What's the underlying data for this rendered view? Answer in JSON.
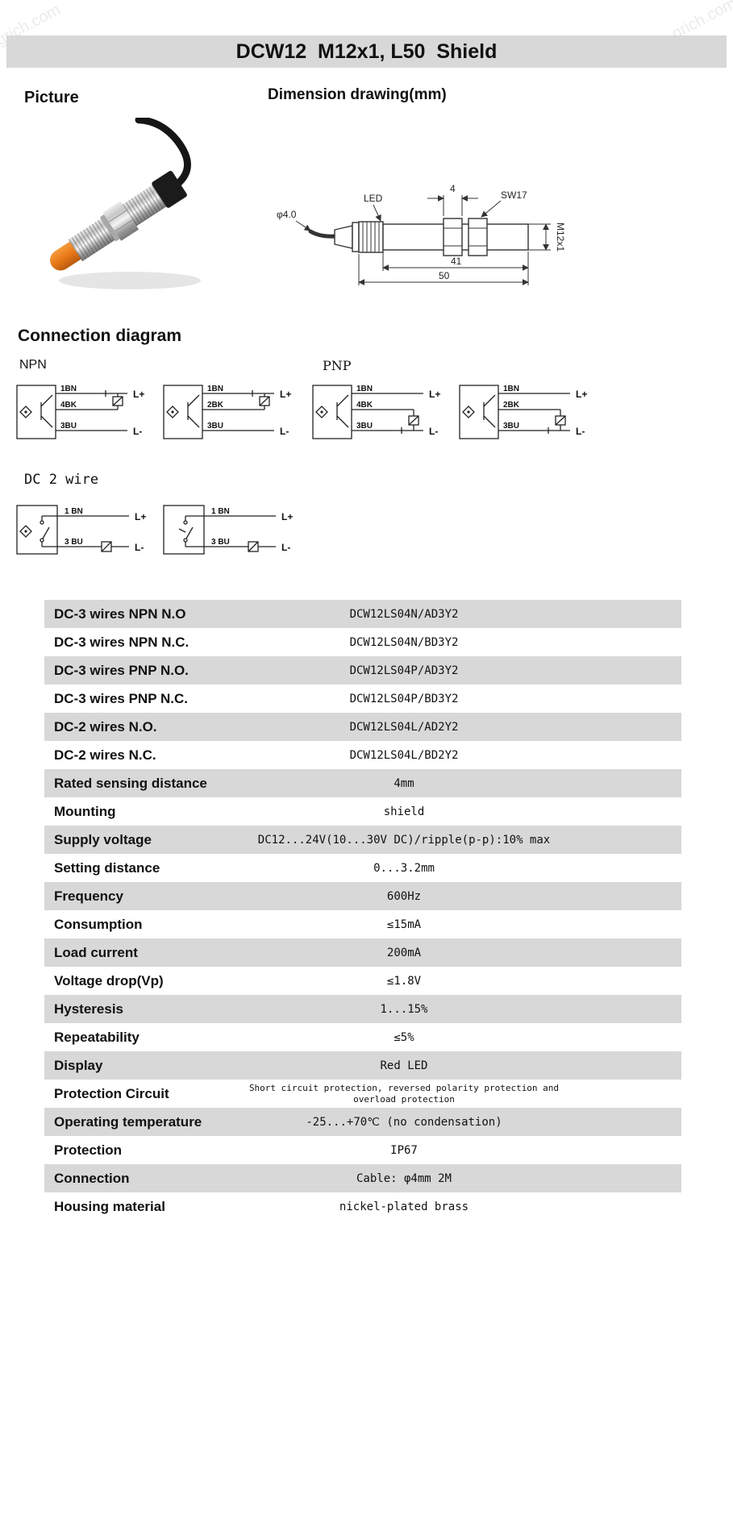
{
  "watermark": {
    "text": "grich.com"
  },
  "title": "DCW12  M12x1, L50  Shield",
  "picture": {
    "label": "Picture"
  },
  "dimension": {
    "label": "Dimension drawing(mm)",
    "phi": "φ4.0",
    "led": "LED",
    "dim4": "4",
    "sw17": "SW17",
    "m12": "M12x1",
    "dim41": "41",
    "dim50": "50"
  },
  "connection": {
    "label": "Connection diagram",
    "npn": "NPN",
    "pnp": "PNP",
    "dc2": "DC 2 wire",
    "lplus": "L+",
    "lminus": "L-",
    "d1": {
      "w1": "1BN",
      "w2": "4BK",
      "w3": "3BU"
    },
    "d2": {
      "w1": "1BN",
      "w2": "2BK",
      "w3": "3BU"
    },
    "d3": {
      "w1": "1BN",
      "w2": "4BK",
      "w3": "3BU"
    },
    "d4": {
      "w1": "1BN",
      "w2": "2BK",
      "w3": "3BU"
    },
    "d5": {
      "w1": "1 BN",
      "w2": "3 BU"
    },
    "d6": {
      "w1": "1 BN",
      "w2": "3 BU"
    }
  },
  "spec_table": {
    "rows": [
      {
        "label": "DC-3 wires NPN N.O",
        "value": "DCW12LS04N/AD3Y2"
      },
      {
        "label": "DC-3 wires NPN N.C.",
        "value": "DCW12LS04N/BD3Y2"
      },
      {
        "label": "DC-3 wires PNP N.O.",
        "value": "DCW12LS04P/AD3Y2"
      },
      {
        "label": "DC-3 wires PNP N.C.",
        "value": "DCW12LS04P/BD3Y2"
      },
      {
        "label": "DC-2 wires N.O.",
        "value": "DCW12LS04L/AD2Y2"
      },
      {
        "label": "DC-2 wires N.C.",
        "value": "DCW12LS04L/BD2Y2"
      },
      {
        "label": "Rated sensing distance",
        "value": "4mm"
      },
      {
        "label": "Mounting",
        "value": "shield"
      },
      {
        "label": "Supply voltage",
        "value": "DC12...24V(10...30V DC)/ripple(p-p):10% max"
      },
      {
        "label": "Setting distance",
        "value": "0...3.2mm"
      },
      {
        "label": "Frequency",
        "value": "600Hz"
      },
      {
        "label": "Consumption",
        "value": "≤15mA"
      },
      {
        "label": "Load current",
        "value": "200mA"
      },
      {
        "label": "Voltage drop(Vp)",
        "value": "≤1.8V"
      },
      {
        "label": "Hysteresis",
        "value": "1...15%"
      },
      {
        "label": "Repeatability",
        "value": "≤5%"
      },
      {
        "label": "Display",
        "value": "Red LED"
      },
      {
        "label": "Protection Circuit",
        "value": "Short circuit protection, reversed polarity protection and overload protection"
      },
      {
        "label": "Operating temperature",
        "value": "-25...+70℃ (no condensation)"
      },
      {
        "label": "Protection",
        "value": "IP67"
      },
      {
        "label": "Connection",
        "value": "Cable: φ4mm 2M"
      },
      {
        "label": "Housing material",
        "value": "nickel-plated brass"
      }
    ]
  },
  "colors": {
    "table_stripe": "#d8d8d8",
    "accent_orange": "#e87818"
  }
}
